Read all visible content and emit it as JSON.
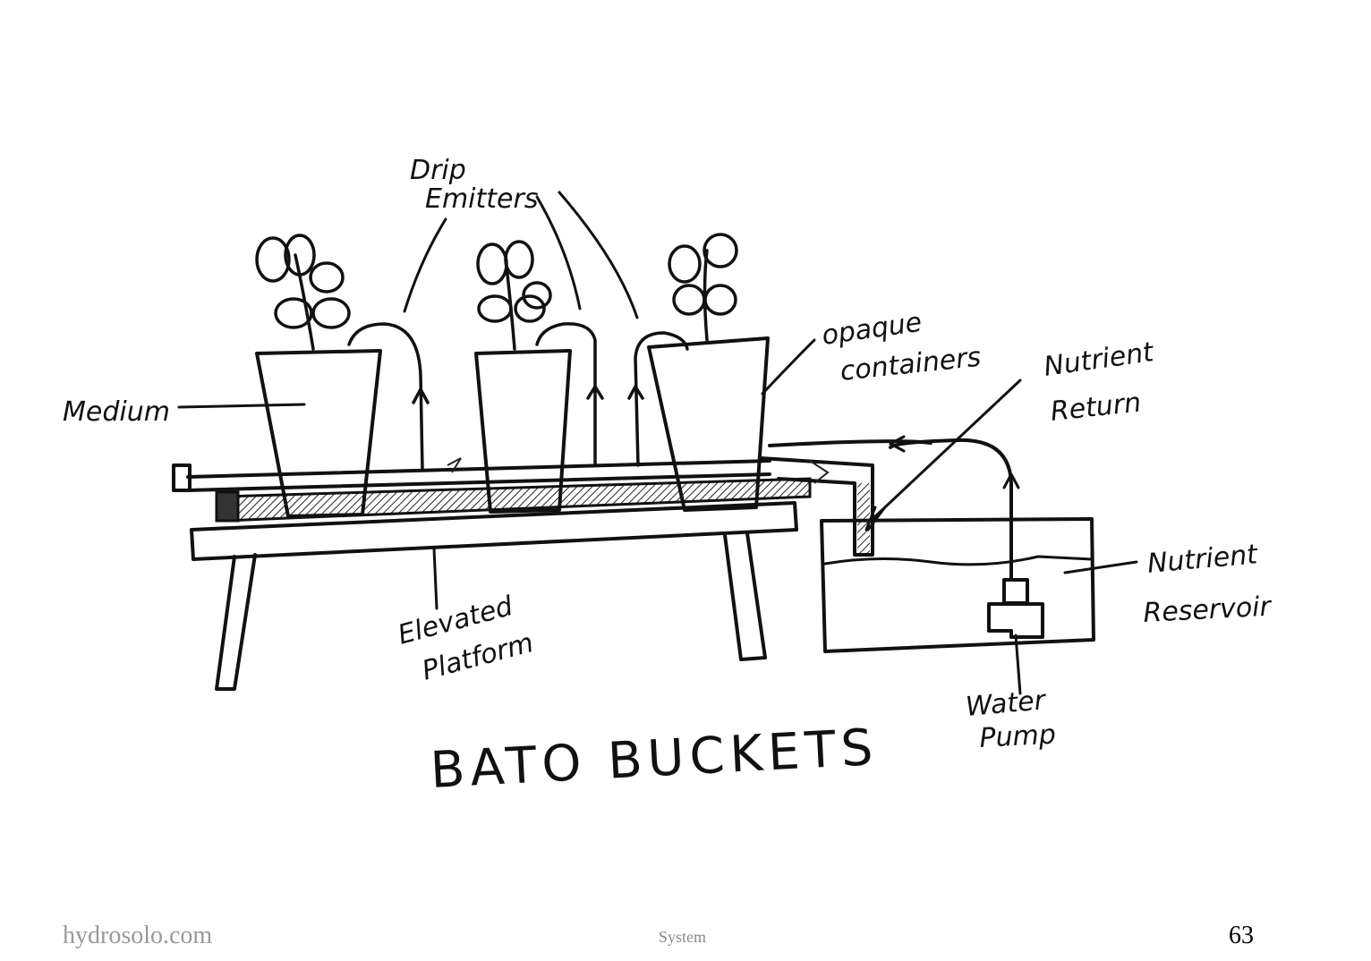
{
  "diagram": {
    "title": "BATO BUCKETS",
    "labels": {
      "drip_emitters": [
        "Drip",
        "Emitters"
      ],
      "medium": "Medium",
      "opaque_containers": [
        "opaque",
        "containers"
      ],
      "nutrient_return": [
        "Nutrient",
        "Return"
      ],
      "nutrient_reservoir": [
        "Nutrient",
        "Reservoir"
      ],
      "elevated_platform": [
        "Elevated",
        "Platform"
      ],
      "water_pump": [
        "Water",
        "Pump"
      ]
    }
  },
  "footer": {
    "site": "hydrosolo.com",
    "section": "System",
    "page_number": "63"
  }
}
